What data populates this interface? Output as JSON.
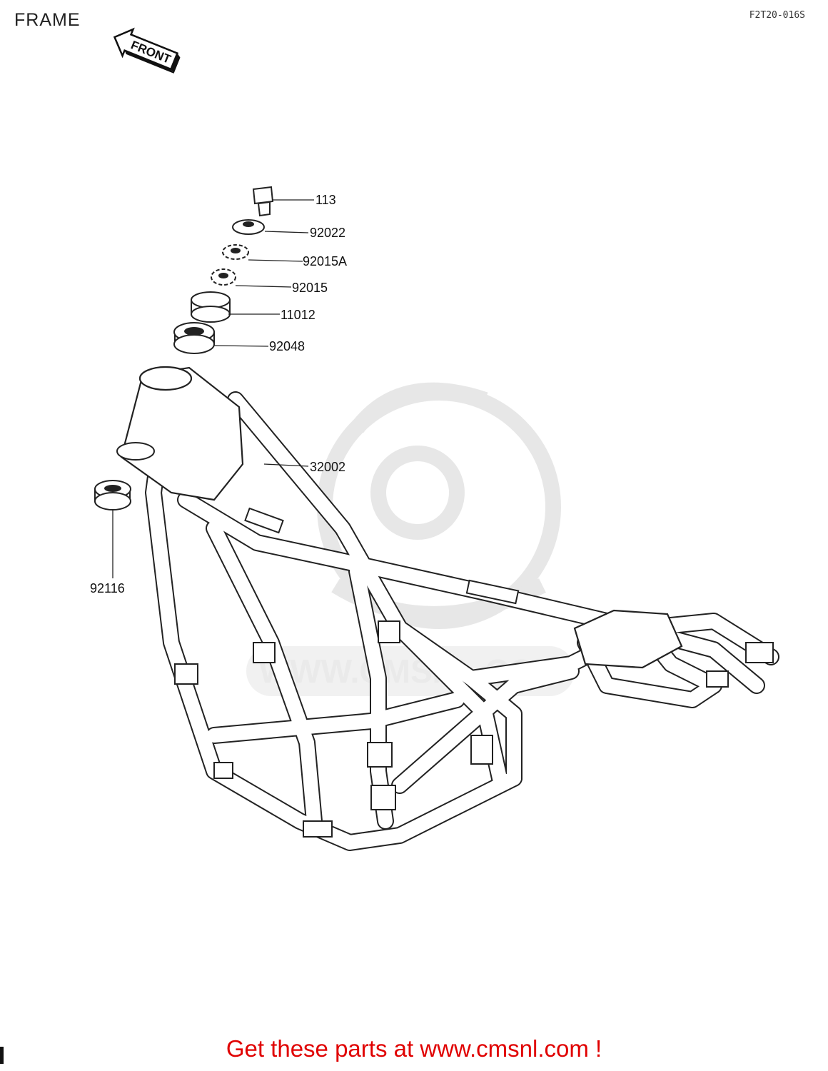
{
  "header": {
    "title": "FRAME",
    "diagram_code": "F2T20-016S"
  },
  "front_arrow": {
    "label": "FRONT"
  },
  "parts": [
    {
      "id": "113"
    },
    {
      "id": "92022"
    },
    {
      "id": "92015A"
    },
    {
      "id": "92015"
    },
    {
      "id": "11012"
    },
    {
      "id": "92048"
    },
    {
      "id": "32002"
    },
    {
      "id": "92116"
    }
  ],
  "watermark": {
    "text": "WWW.CMSNL.COM",
    "icon": "cmsnl-mascot-logo"
  },
  "footer": {
    "promo_text": "Get these parts at www.cmsnl.com !",
    "color": "#e00000"
  }
}
